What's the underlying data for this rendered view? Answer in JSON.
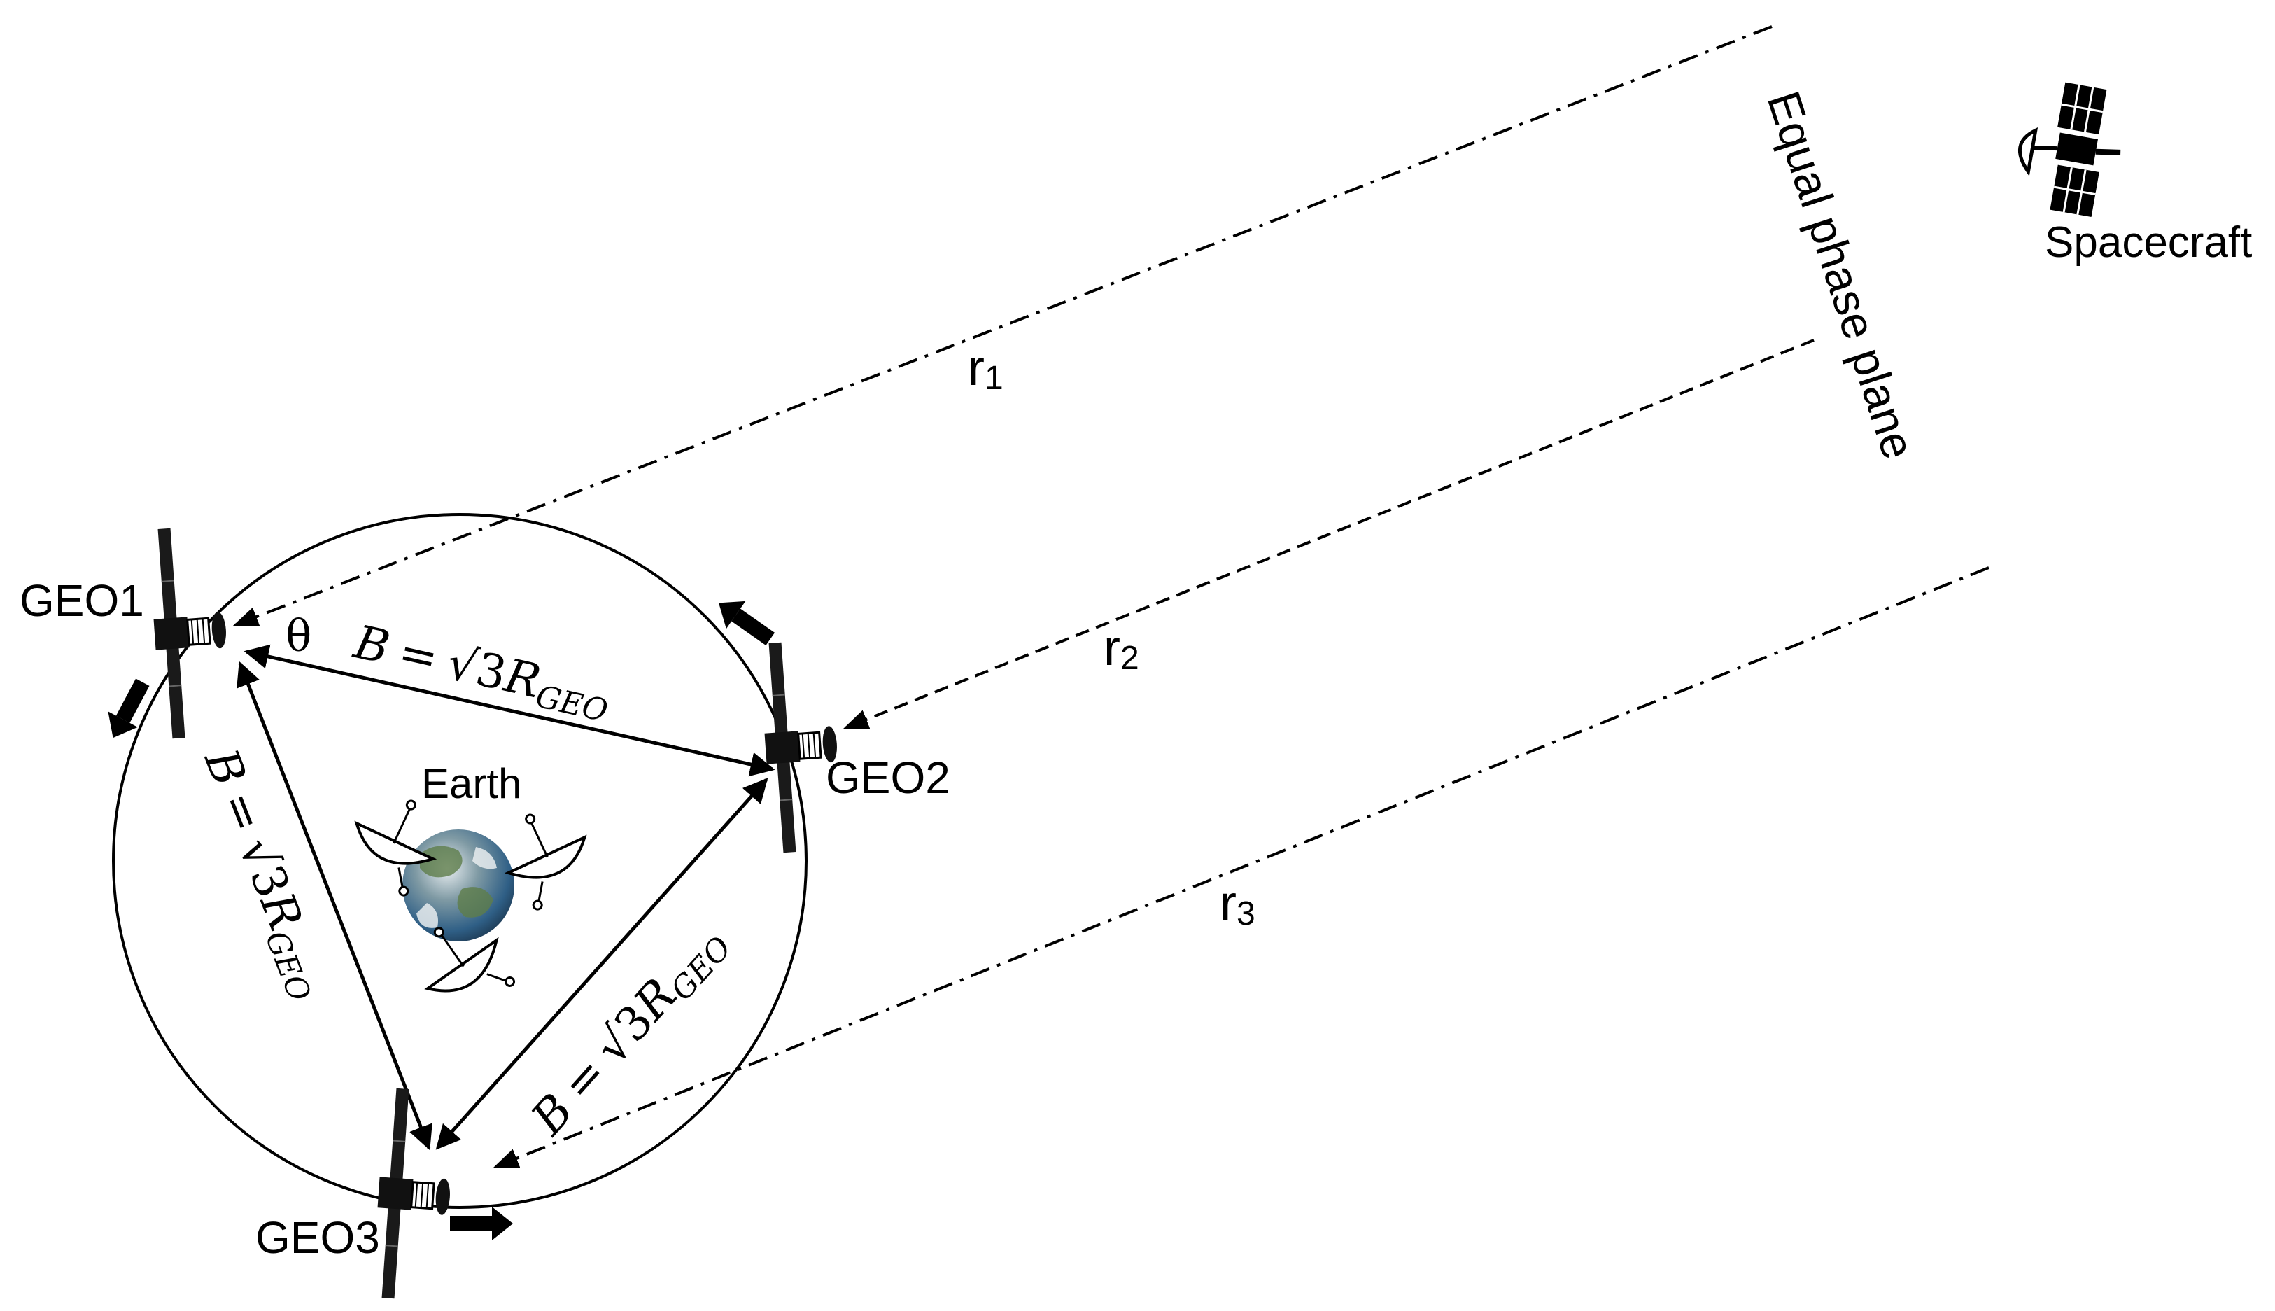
{
  "labels": {
    "geo1": "GEO1",
    "geo2": "GEO2",
    "geo3": "GEO3",
    "earth": "Earth",
    "spacecraft": "Spacecraft",
    "plane": "Equal phase plane",
    "theta": "θ",
    "r1": {
      "base": "r",
      "sub": "1"
    },
    "r2": {
      "base": "r",
      "sub": "2"
    },
    "r3": {
      "base": "r",
      "sub": "3"
    }
  },
  "baselines": {
    "b": "B",
    "eq": "=",
    "root": "√",
    "three": "3",
    "r": "R",
    "sub": "GEO"
  },
  "colors": {
    "line": "#000000",
    "ocean": "#2f5f86",
    "land": "#5e7d4a",
    "cloud": "#e8ecef"
  }
}
